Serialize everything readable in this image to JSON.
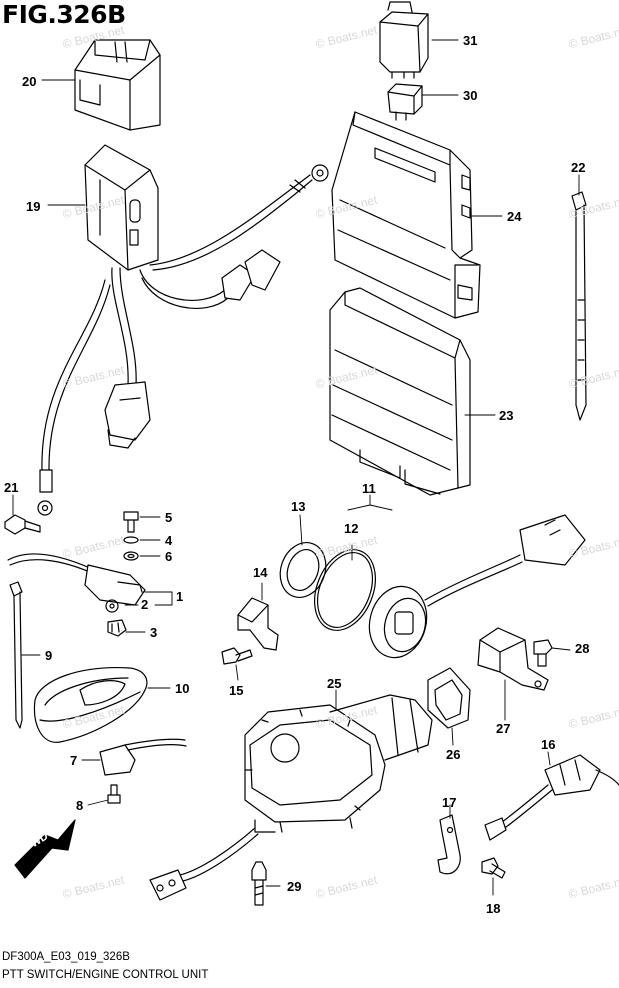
{
  "figure": {
    "title": "FIG.326B",
    "reference_code": "DF300A_E03_019_326B",
    "caption": "PTT SWITCH/ENGINE CONTROL UNIT",
    "watermark": "© Boats.net",
    "direction_label": "FWD"
  },
  "callouts": [
    {
      "id": "c1",
      "number": "1"
    },
    {
      "id": "c2",
      "number": "2"
    },
    {
      "id": "c3",
      "number": "3"
    },
    {
      "id": "c4",
      "number": "4"
    },
    {
      "id": "c5",
      "number": "5"
    },
    {
      "id": "c6",
      "number": "6"
    },
    {
      "id": "c7",
      "number": "7"
    },
    {
      "id": "c8",
      "number": "8"
    },
    {
      "id": "c9",
      "number": "9"
    },
    {
      "id": "c10",
      "number": "10"
    },
    {
      "id": "c11",
      "number": "11"
    },
    {
      "id": "c12",
      "number": "12"
    },
    {
      "id": "c13",
      "number": "13"
    },
    {
      "id": "c14",
      "number": "14"
    },
    {
      "id": "c15",
      "number": "15"
    },
    {
      "id": "c16",
      "number": "16"
    },
    {
      "id": "c17",
      "number": "17"
    },
    {
      "id": "c18",
      "number": "18"
    },
    {
      "id": "c19",
      "number": "19"
    },
    {
      "id": "c20",
      "number": "20"
    },
    {
      "id": "c21",
      "number": "21"
    },
    {
      "id": "c22",
      "number": "22"
    },
    {
      "id": "c23",
      "number": "23"
    },
    {
      "id": "c24",
      "number": "24"
    },
    {
      "id": "c25",
      "number": "25"
    },
    {
      "id": "c26",
      "number": "26"
    },
    {
      "id": "c27",
      "number": "27"
    },
    {
      "id": "c28",
      "number": "28"
    },
    {
      "id": "c29",
      "number": "29"
    },
    {
      "id": "c30",
      "number": "30"
    },
    {
      "id": "c31",
      "number": "31"
    }
  ]
}
